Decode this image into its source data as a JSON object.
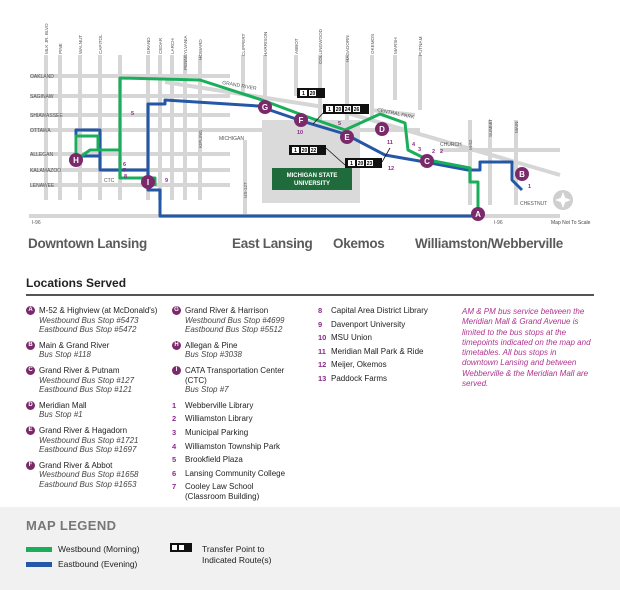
{
  "streets_vertical": [
    "MLK JR. BLVD",
    "PINE",
    "WALNUT",
    "CAPITOL",
    "GRAND",
    "CEDAR",
    "LARCH",
    "PENNSYLVANIA",
    "HOWARD",
    "CLIPPERT",
    "HARRISON",
    "ABBOT",
    "COLLINGWOOD",
    "HAGADORN",
    "OKEMOS",
    "MARSH",
    "PUTNAM",
    "SUMMIT",
    "MAIN"
  ],
  "streets_horizontal": [
    "OAKLAND",
    "SAGINAW",
    "SHIAWASSEE",
    "OTTAWA",
    "ALLEGAN",
    "KALAMAZOO",
    "LENAWEE"
  ],
  "street_labels": {
    "grand_river": "GRAND RIVER",
    "michigan": "MICHIGAN",
    "kipling": "KIPLING",
    "us127": "US-127",
    "central_park": "CENTRAL PARK",
    "church": "CHURCH",
    "m52": "M-52",
    "chestnut": "CHESTNUT",
    "i96_west": "I-96",
    "i96_east": "I-96",
    "ctc": "CTC"
  },
  "campus": {
    "line1": "MICHIGAN STATE",
    "line2": "UNIVERSITY"
  },
  "map_not_to_scale": "Map Not To Scale",
  "regions": [
    "Downtown Lansing",
    "East Lansing",
    "Okemos",
    "Williamston/Webberville"
  ],
  "route_badges": [
    [
      "1",
      "20"
    ],
    [
      "1",
      "20",
      "24",
      "26"
    ],
    [
      "1",
      "20",
      "22"
    ],
    [
      "1",
      "20",
      "23"
    ]
  ],
  "timepoints": [
    "A",
    "B",
    "C",
    "D",
    "E",
    "F",
    "G",
    "H",
    "I"
  ],
  "small_numbers": [
    "1",
    "2",
    "3",
    "4",
    "5",
    "6",
    "7",
    "8",
    "9",
    "10",
    "11",
    "12",
    "13"
  ],
  "locations_title": "Locations Served",
  "locations": [
    {
      "marker": "A",
      "name": "M-52 & Highview (at McDonald's)",
      "stops": [
        "Westbound Bus Stop #5473",
        "Eastbound Bus Stop #5472"
      ]
    },
    {
      "marker": "B",
      "name": "Main & Grand River",
      "stops": [
        "Bus Stop #118"
      ]
    },
    {
      "marker": "C",
      "name": "Grand River & Putnam",
      "stops": [
        "Westbound Bus Stop #127",
        "Eastbound Bus Stop #121"
      ]
    },
    {
      "marker": "D",
      "name": "Meridian Mall",
      "stops": [
        "Bus Stop #1"
      ]
    },
    {
      "marker": "E",
      "name": "Grand River & Hagadorn",
      "stops": [
        "Westbound Bus Stop #1721",
        "Eastbound Bus Stop #1697"
      ]
    },
    {
      "marker": "F",
      "name": "Grand River & Abbot",
      "stops": [
        "Westbound Bus Stop #1658",
        "Eastbound Bus Stop #1653"
      ]
    },
    {
      "marker": "G",
      "name": "Grand River & Harrison",
      "stops": [
        "Westbound Bus Stop #4699",
        "Eastbound Bus Stop #5512"
      ]
    },
    {
      "marker": "H",
      "name": "Allegan & Pine",
      "stops": [
        "Bus Stop #3038"
      ]
    },
    {
      "marker": "I",
      "name": "CATA Transportation Center (CTC)",
      "stops": [
        "Bus Stop #7"
      ]
    },
    {
      "marker": "1",
      "name": "Webberville Library",
      "stops": []
    },
    {
      "marker": "2",
      "name": "Williamston Library",
      "stops": []
    },
    {
      "marker": "3",
      "name": "Municipal Parking",
      "stops": []
    },
    {
      "marker": "4",
      "name": "Williamston Township Park",
      "stops": []
    },
    {
      "marker": "5",
      "name": "Brookfield Plaza",
      "stops": []
    },
    {
      "marker": "6",
      "name": "Lansing Community College",
      "stops": []
    },
    {
      "marker": "7",
      "name": "Cooley Law School (Classroom Building)",
      "stops": []
    },
    {
      "marker": "8",
      "name": "Capital Area District Library",
      "stops": []
    },
    {
      "marker": "9",
      "name": "Davenport University",
      "stops": []
    },
    {
      "marker": "10",
      "name": "MSU Union",
      "stops": []
    },
    {
      "marker": "11",
      "name": "Meridian Mall Park & Ride",
      "stops": []
    },
    {
      "marker": "12",
      "name": "Meijer, Okemos",
      "stops": []
    },
    {
      "marker": "13",
      "name": "Paddock Farms",
      "stops": []
    }
  ],
  "note": "AM & PM bus service between the Meridian Mall & Grand Avenue is limited to the bus stops at the timepoints indicated on the map and timetables. All bus stops in downtown Lansing and between Webberville & the Meridian Mall are served.",
  "legend": {
    "title": "MAP LEGEND",
    "westbound": "Westbound (Morning)",
    "eastbound": "Eastbound (Evening)",
    "transfer": "Transfer Point to Indicated Route(s)",
    "transfer_line1": "Transfer Point to",
    "transfer_line2": "Indicated Route(s)"
  },
  "colors": {
    "westbound": "#1aae5a",
    "eastbound": "#2457a6",
    "marker": "#7a2a6a",
    "number": "#8a2b8a",
    "note": "#b0338e",
    "campus": "#1f6b3b"
  }
}
